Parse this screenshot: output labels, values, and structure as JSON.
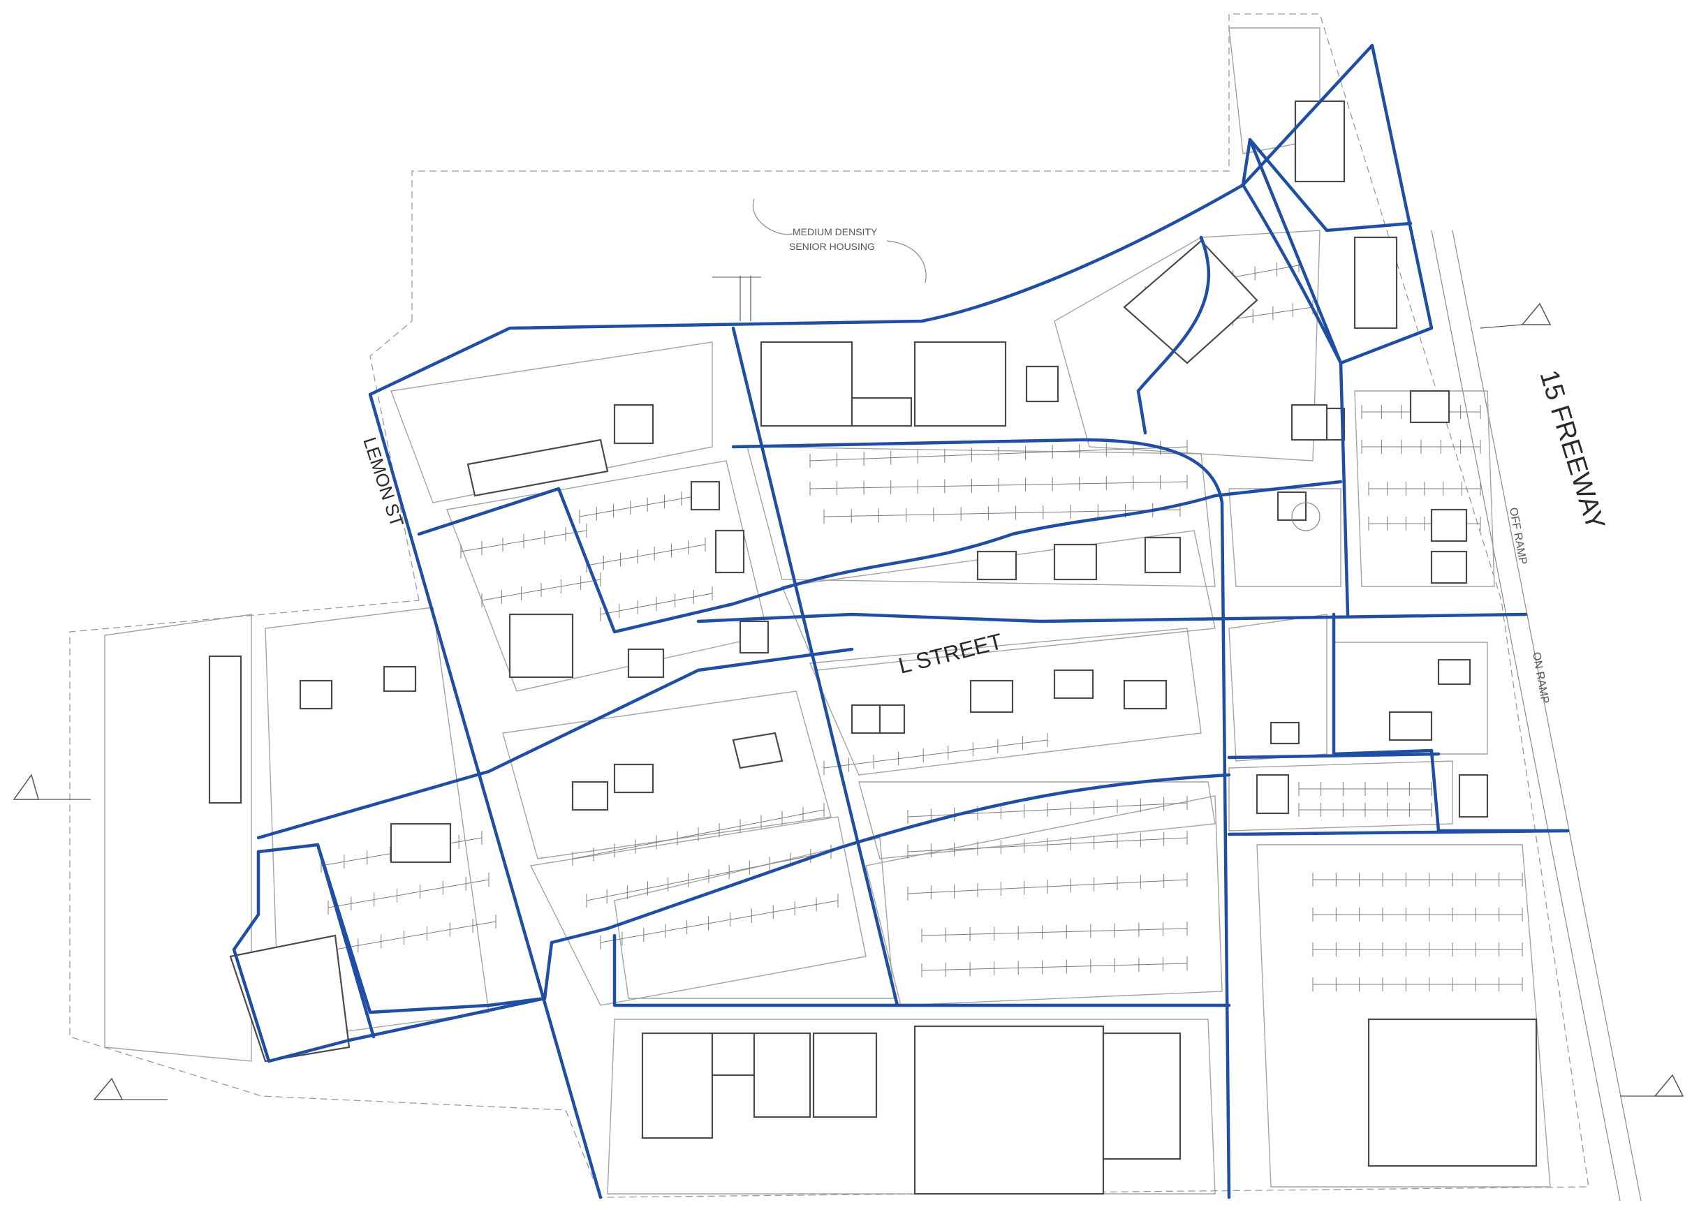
{
  "labels": {
    "freeway": "15 FREEWAY",
    "street": "L STREET",
    "west_street": "LEMON ST",
    "off_ramp": "OFF RAMP",
    "on_ramp": "ON RAMP",
    "housing_line1": "MEDIUM DENSITY",
    "housing_line2": "SENIOR HOUSING"
  },
  "colors": {
    "route": "#1f4ea3",
    "linework": "#8a8a8a",
    "building": "#4a4a4a",
    "background": "#ffffff"
  },
  "icons": [
    "north-arrow-icon",
    "north-arrow-icon",
    "north-arrow-icon",
    "north-arrow-icon",
    "north-arrow-icon"
  ]
}
